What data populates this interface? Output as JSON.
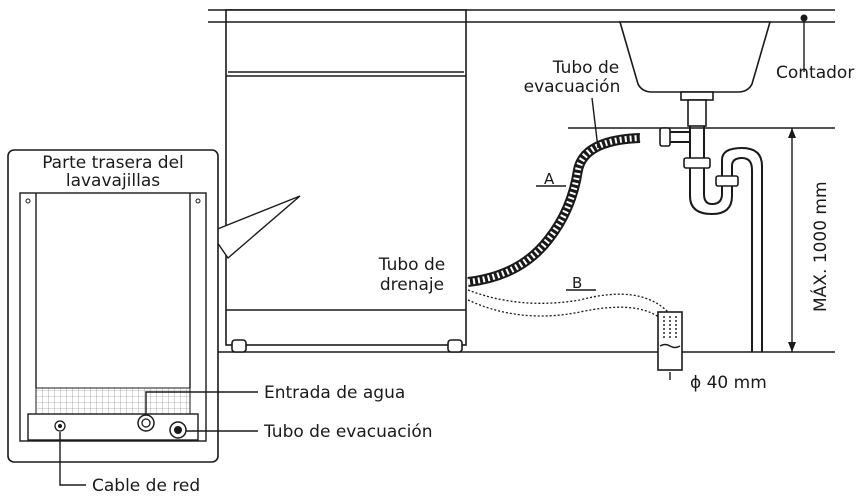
{
  "labels": {
    "rear_panel_title_1": "Parte trasera del",
    "rear_panel_title_2": "lavavajillas",
    "drain_hose_1": "Tubo de",
    "drain_hose_2": "drenaje",
    "outlet_hose_top_1": "Tubo de",
    "outlet_hose_top_2": "evacuación",
    "counter": "Contador",
    "marker_a": "A",
    "marker_b": "B",
    "max_height": "MÁX. 1000 mm",
    "diameter": "ϕ 40 mm",
    "water_inlet": "Entrada de agua",
    "outlet_hose": "Tubo de evacuación",
    "power_cable": "Cable de red"
  }
}
